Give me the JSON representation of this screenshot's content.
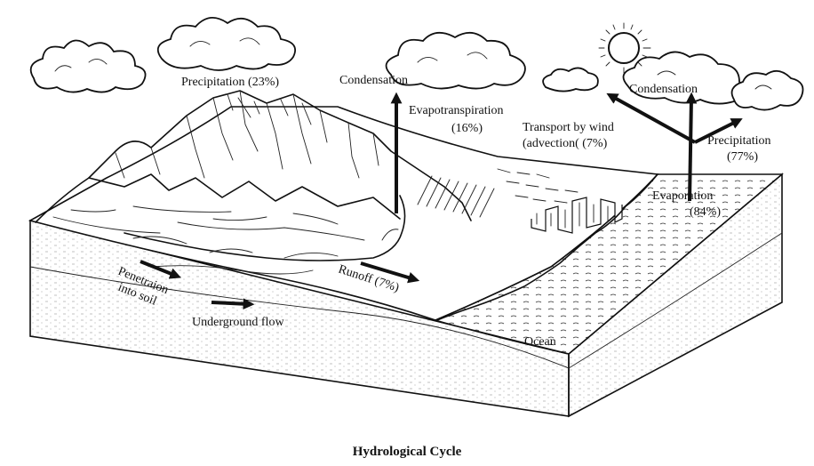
{
  "title": "Hydrological Cycle",
  "labels": {
    "precipitation_land": "Precipitation (23%)",
    "condensation_land": "Condensation",
    "evapotranspiration": "Evapotranspiration",
    "evapotranspiration_pct": "(16%)",
    "transport_line1": "Transport by wind",
    "transport_line2": "(advection( (7%)",
    "condensation_ocean": "Condensation",
    "precipitation_ocean": "Precipitation",
    "precipitation_ocean_pct": "(77%)",
    "evaporation": "Evaporation",
    "evaporation_pct": "(84%)",
    "penetration_line1": "Penetraion",
    "penetration_line2": "into soil",
    "underground_flow": "Underground flow",
    "runoff": "Runoff (7%)",
    "ocean": "Ocean"
  },
  "icons": [
    "cloud-icon",
    "sun-icon"
  ]
}
